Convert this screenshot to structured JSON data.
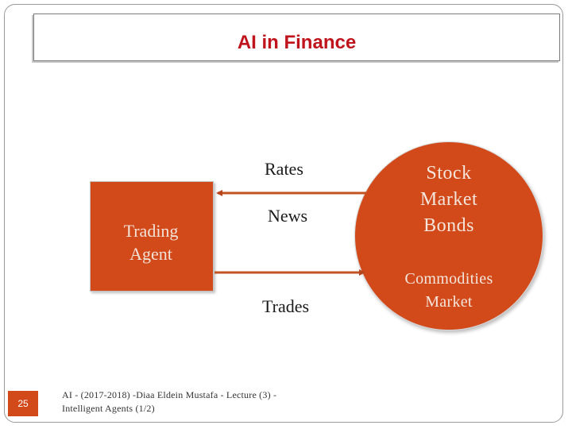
{
  "slide": {
    "title": "AI in Finance",
    "page_number": "25",
    "footer_line1": "AI - (2017-2018) -Diaa Eldein Mustafa - Lecture (3) -",
    "footer_line2": "Intelligent Agents (1/2)"
  },
  "diagram": {
    "agent": {
      "line1": "Trading",
      "line2": "Agent"
    },
    "market": {
      "line1": "Stock",
      "line2": "Market",
      "line3": "Bonds",
      "line4": "Commodities",
      "line5": "Market"
    },
    "flows": {
      "rates": "Rates",
      "news": "News",
      "trades": "Trades"
    }
  },
  "colors": {
    "accent": "#d2491a",
    "title": "#c0141c"
  }
}
